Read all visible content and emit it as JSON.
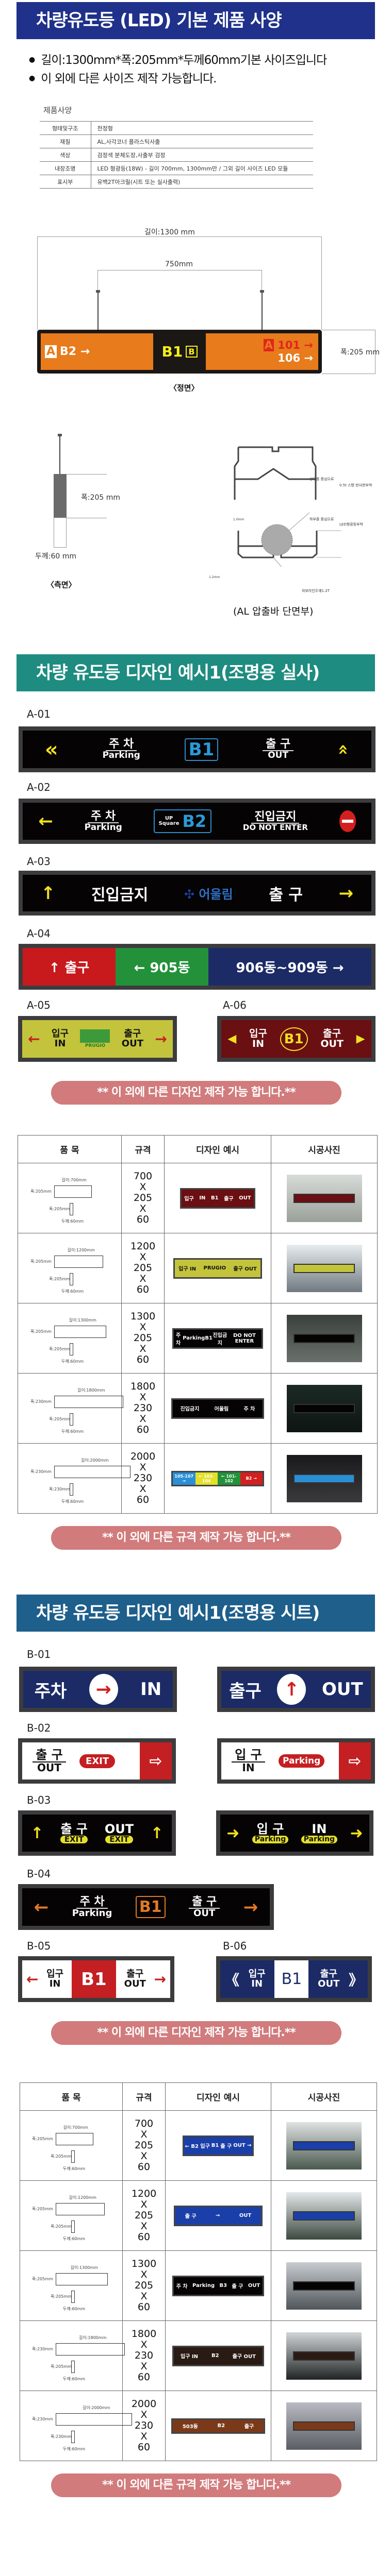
{
  "header": {
    "title": "차량유도등 (LED) 기본 제품 사양"
  },
  "bullets": [
    "길이:1300mm*폭:205mm*두께60mm기본 사이즈입니다",
    "이 외에 다른 사이즈 제작 가능합니다."
  ],
  "spec": {
    "title": "제품사양",
    "rows": [
      {
        "label": "형태및구조",
        "value": "천정형"
      },
      {
        "label": "재질",
        "value": "AL,사각코너 플라스틱사출"
      },
      {
        "label": "색상",
        "value": "검정색 분체도장,사출부 검정"
      },
      {
        "label": "내장조명",
        "value": "LED 형광등(18W) - 길이 700mm, 1300mm만 / 그외 길이 사이즈 LED 모듈"
      },
      {
        "label": "표시부",
        "value": "유백2T아크릴(시트 또는 실사출력)"
      }
    ]
  },
  "front": {
    "length": "길이:1300 mm",
    "span": "750mm",
    "width": "폭:205 mm",
    "caption": "〈정면〉",
    "sign": {
      "left_badge": "A",
      "left": "B2 →",
      "center": "B1",
      "center_badge": "B",
      "r1_badge": "A",
      "r1": "101 →",
      "r2": "106 →"
    }
  },
  "side": {
    "width": "폭:205 mm",
    "thickness": "두께:60 mm",
    "caption": "〈측면〉"
  },
  "section": {
    "caption": "(AL 압출바 단면부)",
    "notes": [
      "상부를 중심으로",
      "0.5t 스텐 반사판부착",
      "하부를 중심으로",
      "LED형광등부착",
      "외부라인두께1.2T",
      "1.0mm",
      "1.2mm"
    ]
  },
  "designA": {
    "title": "차량 유도등 디자인 예시1(조명용 실사)",
    "a01": {
      "label": "A-01",
      "t1": "주 차",
      "t2": "Parking",
      "b": "B1",
      "t3": "출 구",
      "t4": "OUT"
    },
    "a02": {
      "label": "A-02",
      "t1": "주 차",
      "t2": "Parking",
      "logo1": "UP",
      "logo2": "Square",
      "b": "B2",
      "t3": "진입금지",
      "t4": "DO NOT ENTER"
    },
    "a03": {
      "label": "A-03",
      "t1": "진입금지",
      "logo": "어울림",
      "t2": "출 구"
    },
    "a04": {
      "label": "A-04",
      "t1": "↑ 출구",
      "t2": "← 905동",
      "t3": "906동~909동 →"
    },
    "a05": {
      "label": "A-05",
      "t1": "입구",
      "t2": "IN",
      "logo": "PRUGIO",
      "t3": "출구",
      "t4": "OUT"
    },
    "a06": {
      "label": "A-06",
      "t1": "입구",
      "t2": "IN",
      "b": "B1",
      "t3": "출구",
      "t4": "OUT"
    },
    "note": "** 이 외에 다른 디자인 제작 가능 합니다.**"
  },
  "tableA": {
    "headers": [
      "품 목",
      "규격",
      "디자인 예시",
      "시공사진"
    ],
    "rows": [
      {
        "dims": [
          "길이:700mm",
          "폭:205mm",
          "폭:205mm",
          "두께:60mm"
        ],
        "spec": [
          "700",
          "X",
          "205",
          "X",
          "60"
        ],
        "design": [
          "입구",
          "IN",
          "B1",
          "출구",
          "OUT"
        ]
      },
      {
        "dims": [
          "길이:1200mm",
          "폭:205mm",
          "폭:205mm",
          "두께:60mm"
        ],
        "spec": [
          "1200",
          "X",
          "205",
          "X",
          "60"
        ],
        "design": [
          "입구 IN",
          "PRUGIO",
          "출구 OUT"
        ]
      },
      {
        "dims": [
          "길이:1300mm",
          "폭:205mm",
          "폭:205mm",
          "두께:60mm"
        ],
        "spec": [
          "1300",
          "X",
          "205",
          "X",
          "60"
        ],
        "design": [
          "주 차",
          "Parking",
          "B1",
          "진입금지",
          "DO NOT ENTER"
        ]
      },
      {
        "dims": [
          "길이:1800mm",
          "폭:230mm",
          "폭:205mm",
          "두께:60mm"
        ],
        "spec": [
          "1800",
          "X",
          "230",
          "X",
          "60"
        ],
        "design": [
          "진입금지",
          "어울림",
          "주 차"
        ]
      },
      {
        "dims": [
          "길이:2000mm",
          "폭:230mm",
          "폭:230mm",
          "두께:60mm"
        ],
        "spec": [
          "2000",
          "X",
          "230",
          "X",
          "60"
        ],
        "design": [
          "105-107 →",
          "← 103-104",
          "← 101-102",
          "B2 →"
        ]
      }
    ],
    "note": "** 이 외에 다른 규격 제작 가능 합니다.**"
  },
  "designB": {
    "title": "차량 유도등 디자인 예시1(조명용 시트)",
    "b01": {
      "label": "B-01",
      "l": "주차",
      "lin": "IN",
      "r": "출구",
      "rout": "OUT"
    },
    "b02": {
      "label": "B-02",
      "l1": "출 구",
      "l2": "OUT",
      "lexit": "EXIT",
      "r1": "입 구",
      "r2": "IN",
      "rpark": "Parking"
    },
    "b03": {
      "label": "B-03",
      "l1": "출 구",
      "l2": "OUT",
      "lexit": "EXIT",
      "r1": "입 구",
      "r2": "IN",
      "rpark": "Parking"
    },
    "b04": {
      "label": "B-04",
      "t1": "주 차",
      "t2": "Parking",
      "b": "B1",
      "t3": "출 구",
      "t4": "OUT"
    },
    "b05": {
      "label": "B-05",
      "t1": "입구",
      "t2": "IN",
      "b": "B1",
      "t3": "출구",
      "t4": "OUT"
    },
    "b06": {
      "label": "B-06",
      "t1": "입구",
      "t2": "IN",
      "b": "B1",
      "t3": "출구",
      "t4": "OUT"
    },
    "note": "** 이 외에 다른 디자인 제작 가능 합니다.**"
  },
  "tableB": {
    "headers": [
      "품 목",
      "규격",
      "디자인 예시",
      "시공사진"
    ],
    "rows": [
      {
        "dims": [
          "길이:700mm",
          "폭:205mm",
          "폭:205mm",
          "두께:60mm"
        ],
        "spec": [
          "700",
          "X",
          "205",
          "X",
          "60"
        ],
        "design": [
          "← B2 입구",
          "B1",
          "출 구",
          "OUT →"
        ]
      },
      {
        "dims": [
          "길이:1200mm",
          "폭:205mm",
          "폭:205mm",
          "두께:60mm"
        ],
        "spec": [
          "1200",
          "X",
          "205",
          "X",
          "60"
        ],
        "design": [
          "출 구",
          "→",
          "OUT"
        ]
      },
      {
        "dims": [
          "길이:1300mm",
          "폭:205mm",
          "폭:205mm",
          "두께:60mm"
        ],
        "spec": [
          "1300",
          "X",
          "205",
          "X",
          "60"
        ],
        "design": [
          "주 차",
          "Parking",
          "B3",
          "출 구",
          "OUT"
        ]
      },
      {
        "dims": [
          "길이:1800mm",
          "폭:230mm",
          "폭:205mm",
          "두께:60mm"
        ],
        "spec": [
          "1800",
          "X",
          "230",
          "X",
          "60"
        ],
        "design": [
          "입구 IN",
          "B2",
          "출구 OUT"
        ]
      },
      {
        "dims": [
          "길이:2000mm",
          "폭:230mm",
          "폭:230mm",
          "두께:60mm"
        ],
        "spec": [
          "2000",
          "X",
          "230",
          "X",
          "60"
        ],
        "design": [
          "503동",
          "B2",
          "출구"
        ]
      }
    ],
    "note": "** 이 외에 다른 규격 제작 가능 합니다.**"
  }
}
